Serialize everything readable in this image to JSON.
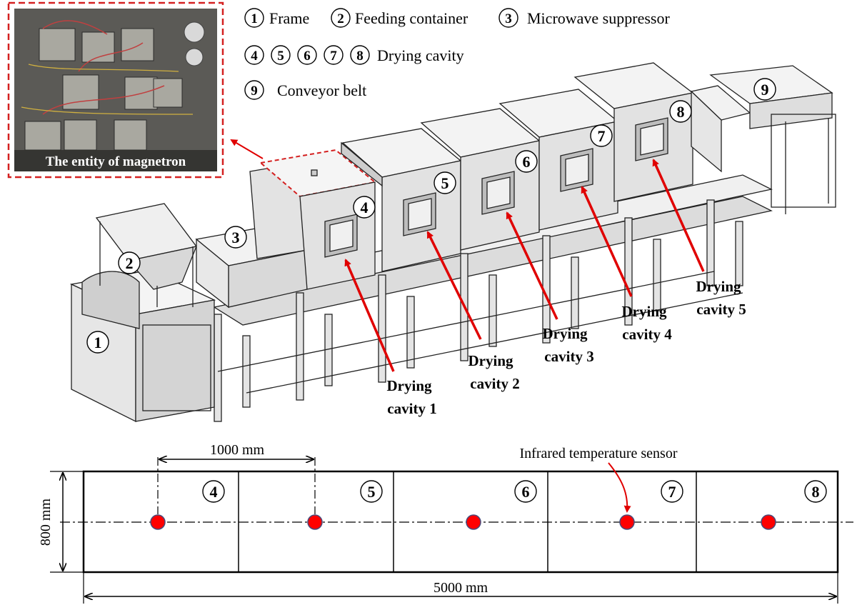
{
  "legend": {
    "line1": [
      {
        "num": "1",
        "text": "Frame"
      },
      {
        "num": "2",
        "text": "Feeding container"
      },
      {
        "num": "3",
        "text": "Microwave suppressor"
      }
    ],
    "line2_nums": [
      "4",
      "5",
      "6",
      "7",
      "8"
    ],
    "line2_text": "Drying cavity",
    "line3": {
      "num": "9",
      "text": "Conveyor belt"
    }
  },
  "photo_caption": "The entity of magnetron",
  "model_labels": [
    "1",
    "2",
    "3",
    "4",
    "5",
    "6",
    "7",
    "8",
    "9"
  ],
  "drying_cavities": [
    {
      "line1": "Drying",
      "line2": "cavity 1"
    },
    {
      "line1": "Drying",
      "line2": "cavity 2"
    },
    {
      "line1": "Drying",
      "line2": "cavity 3"
    },
    {
      "line1": "Drying",
      "line2": "cavity 4"
    },
    {
      "line1": "Drying",
      "line2": "cavity 5"
    }
  ],
  "plan": {
    "spacing_label": "1000 mm",
    "sensor_label": "Infrared temperature sensor",
    "height_label": "800 mm",
    "length_label": "5000 mm",
    "cavity_nums": [
      "4",
      "5",
      "6",
      "7",
      "8"
    ]
  },
  "colors": {
    "arrow": "#e00000",
    "sensor": "#ff0000",
    "photo_border": "#d42020",
    "box": "#e6e6e6"
  }
}
